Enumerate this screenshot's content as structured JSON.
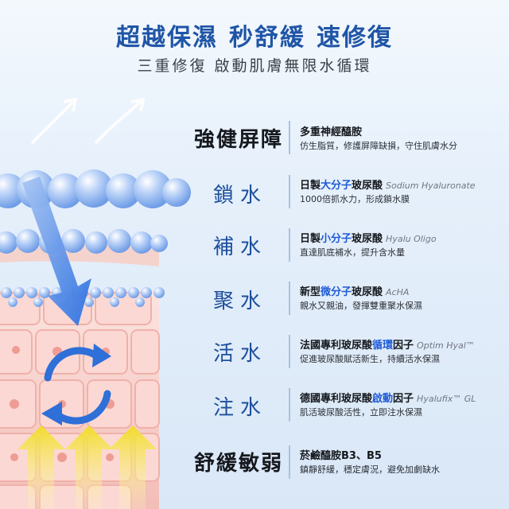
{
  "header": {
    "title_parts": [
      "超越保濕",
      "秒舒緩",
      "速修復"
    ],
    "subtitle": "三重修復 啟動肌膚無限水循環"
  },
  "features": [
    {
      "label": "強健屏障",
      "title": "多重神經醯胺",
      "desc": "仿生脂質，修護屏障缺損，守住肌膚水分"
    },
    {
      "label": "鎖水",
      "title_pre": "日製",
      "title_hl": "大分子",
      "title_post": "玻尿酸",
      "title_en": "Sodium Hyaluronate",
      "desc": "1000倍抓水力，形成鎖水膜"
    },
    {
      "label": "補水",
      "title_pre": "日製",
      "title_hl": "小分子",
      "title_post": "玻尿酸",
      "title_en": "Hyalu Oligo",
      "desc": "直達肌底補水，提升含水量"
    },
    {
      "label": "聚水",
      "title_pre": "新型",
      "title_hl": "微分子",
      "title_post": "玻尿酸",
      "title_en": "AcHA",
      "desc": "親水又親油，發揮雙重聚水保濕"
    },
    {
      "label": "活水",
      "title_pre": "法國專利玻尿酸",
      "title_hl": "循環",
      "title_post": "因子",
      "title_en": "Optim Hyal™",
      "desc": "促進玻尿酸賦活新生，持續活水保濕"
    },
    {
      "label": "注水",
      "title_pre": "德國專利玻尿酸",
      "title_hl": "啟動",
      "title_post": "因子",
      "title_en": "Hyalufix™ GL",
      "desc": "肌活玻尿酸活性，立即注水保濕"
    },
    {
      "label": "舒緩敏弱",
      "title": "菸鹼醯胺B3、B5",
      "desc": "鎮靜舒緩，穩定膚況，避免加劇缺水"
    }
  ],
  "colors": {
    "accent": "#1f55a6",
    "highlight": "#1f5bd6",
    "bubble": "#8fb6f2",
    "skin": "#f7c9c4",
    "arrow": "#f5e040"
  }
}
